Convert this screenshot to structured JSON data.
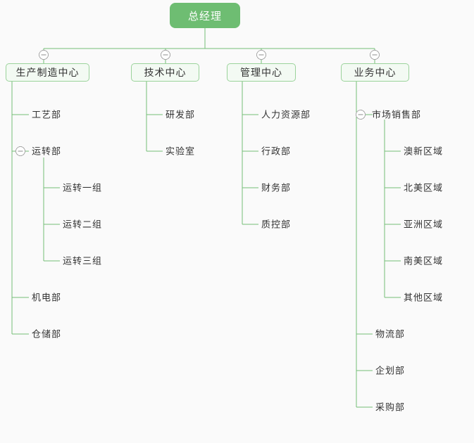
{
  "app": {
    "background_color": "#fafafa",
    "accent_color": "#6ebd72",
    "line_color": "#74bd77",
    "box_border_color": "#9bd39b",
    "box_fill_color": "#f3faf3",
    "text_color": "#333333",
    "collapse_icon_color": "#a9a9a9"
  },
  "org_chart": {
    "root": {
      "label": "总经理"
    },
    "departments": [
      {
        "label": "生产制造中心",
        "children": [
          {
            "label": "工艺部"
          },
          {
            "label": "运转部",
            "collapsible": true,
            "children": [
              {
                "label": "运转一组"
              },
              {
                "label": "运转二组"
              },
              {
                "label": "运转三组"
              }
            ]
          },
          {
            "label": "机电部"
          },
          {
            "label": "仓储部"
          }
        ]
      },
      {
        "label": "技术中心",
        "children": [
          {
            "label": "研发部"
          },
          {
            "label": "实验室"
          }
        ]
      },
      {
        "label": "管理中心",
        "children": [
          {
            "label": "人力资源部"
          },
          {
            "label": "行政部"
          },
          {
            "label": "财务部"
          },
          {
            "label": "质控部"
          }
        ]
      },
      {
        "label": "业务中心",
        "children": [
          {
            "label": "市场销售部",
            "collapsible": true,
            "children": [
              {
                "label": "澳新区域"
              },
              {
                "label": "北美区域"
              },
              {
                "label": "亚洲区域"
              },
              {
                "label": "南美区域"
              },
              {
                "label": "其他区域"
              }
            ]
          },
          {
            "label": "物流部"
          },
          {
            "label": "企划部"
          },
          {
            "label": "采购部"
          }
        ]
      }
    ]
  }
}
